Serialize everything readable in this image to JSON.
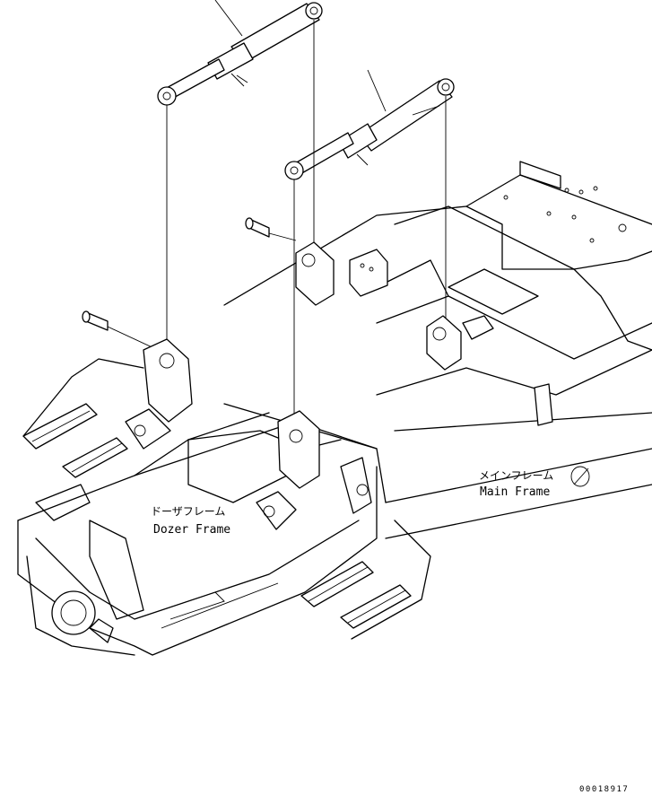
{
  "labels": {
    "dozer_frame_jp": "ドーザフレーム",
    "dozer_frame_en": "Dozer Frame",
    "main_frame_jp": "メインフレーム",
    "main_frame_en": "Main Frame"
  },
  "drawing_number": "00018917"
}
